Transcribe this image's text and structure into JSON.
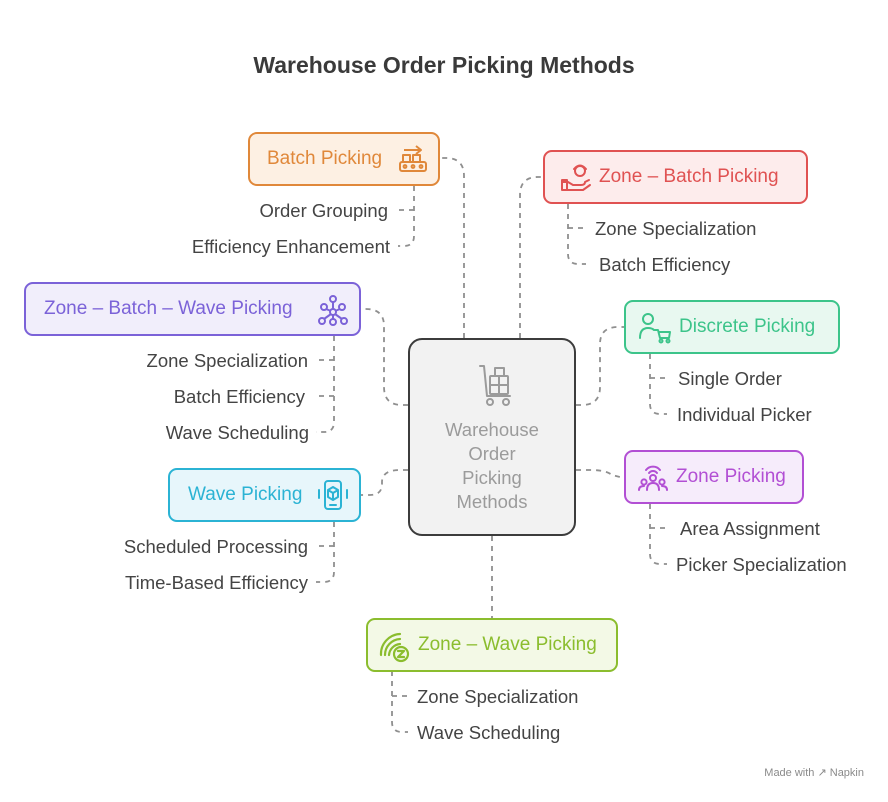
{
  "title": "Warehouse Order Picking Methods",
  "center": {
    "lines": [
      "Warehouse",
      "Order",
      "Picking",
      "Methods"
    ],
    "icon": "cart-boxes-icon"
  },
  "methods": [
    {
      "id": "batch",
      "label": "Batch Picking",
      "color": "#e0883a",
      "fill": "#fdf0e3",
      "icon": "conveyor-boxes-icon",
      "items": [
        "Order Grouping",
        "Efficiency Enhancement"
      ]
    },
    {
      "id": "zone-batch",
      "label": "Zone – Batch Picking",
      "color": "#e05252",
      "fill": "#fdecec",
      "icon": "worker-hand-icon",
      "items": [
        "Zone Specialization",
        "Batch Efficiency"
      ]
    },
    {
      "id": "zone-batch-wave",
      "label": "Zone – Batch – Wave Picking",
      "color": "#7b62d8",
      "fill": "#f1eefb",
      "icon": "network-nodes-icon",
      "items": [
        "Zone Specialization",
        "Batch Efficiency",
        "Wave Scheduling"
      ]
    },
    {
      "id": "discrete",
      "label": "Discrete Picking",
      "color": "#3cc48a",
      "fill": "#e8f8f0",
      "icon": "person-cart-icon",
      "items": [
        "Single Order",
        "Individual Picker"
      ]
    },
    {
      "id": "wave",
      "label": "Wave Picking",
      "color": "#2bb3d4",
      "fill": "#e7f6fb",
      "icon": "phone-box-icon",
      "items": [
        "Scheduled Processing",
        "Time-Based Efficiency"
      ]
    },
    {
      "id": "zone",
      "label": "Zone Picking",
      "color": "#b24fd4",
      "fill": "#f6ecfb",
      "icon": "team-signal-icon",
      "items": [
        "Area Assignment",
        "Picker Specialization"
      ]
    },
    {
      "id": "zone-wave",
      "label": "Zone – Wave Picking",
      "color": "#8bbd2e",
      "fill": "#f3f9e6",
      "icon": "zone-signal-icon",
      "items": [
        "Zone Specialization",
        "Wave Scheduling"
      ]
    }
  ],
  "footer": "Made with ↗ Napkin"
}
